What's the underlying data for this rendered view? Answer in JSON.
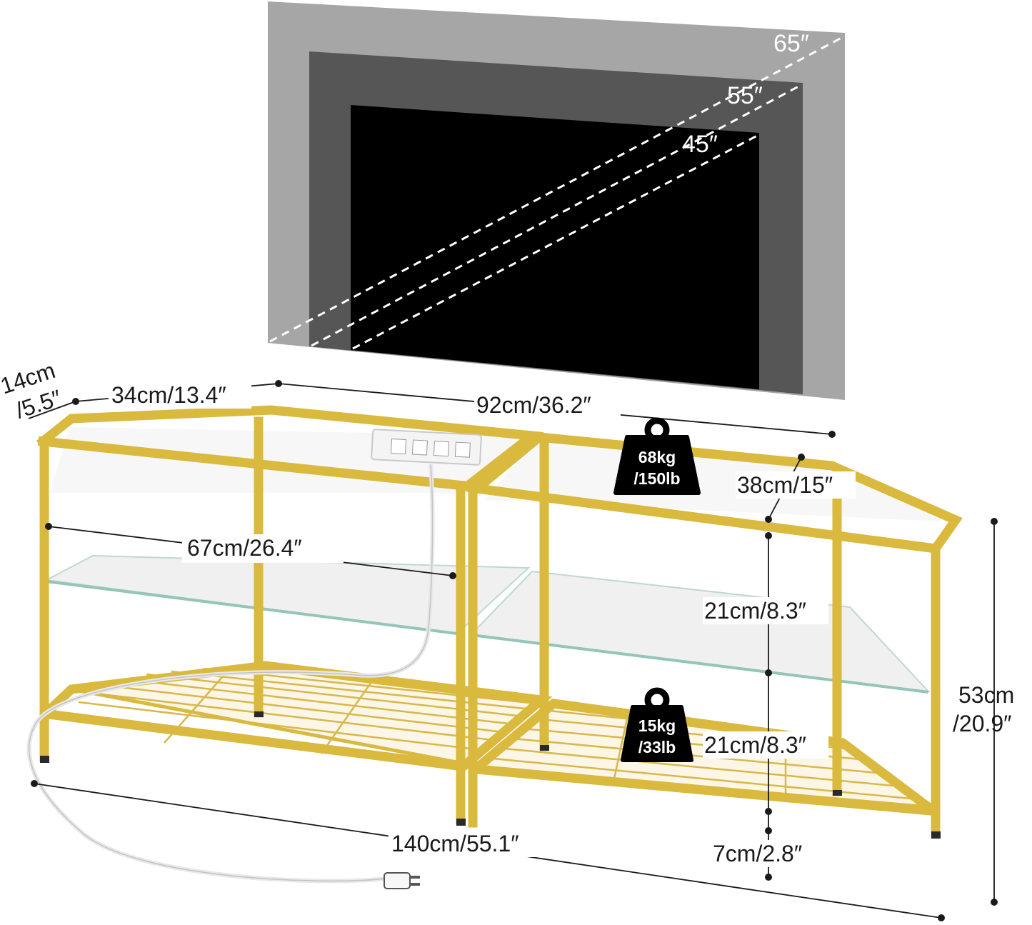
{
  "tv_sizes": {
    "large": "65″",
    "medium": "55″",
    "small": "45″"
  },
  "dimensions": {
    "depth_side": {
      "line1": "14cm",
      "line2": "/5.5″"
    },
    "side_width": "34cm/13.4″",
    "top_width": "92cm/36.2″",
    "depth": "38cm/15″",
    "inner_width": "67cm/26.4″",
    "shelf_gap_1": "21cm/8.3″",
    "shelf_gap_2": "21cm/8.3″",
    "clearance": "7cm/2.8″",
    "total_width": "140cm/55.1″",
    "height": {
      "line1": "53cm",
      "line2": "/20.9″"
    }
  },
  "load_capacity": {
    "top": {
      "line1": "68kg",
      "line2": "/150lb"
    },
    "bottom": {
      "line1": "15kg",
      "line2": "/33lb"
    }
  },
  "colors": {
    "frame": "#d9b93e",
    "frame_dark": "#b8962a",
    "tv_65": "#a3a3a3",
    "tv_55": "#555555",
    "tv_45": "#000000",
    "weight_icon": "#000000"
  }
}
